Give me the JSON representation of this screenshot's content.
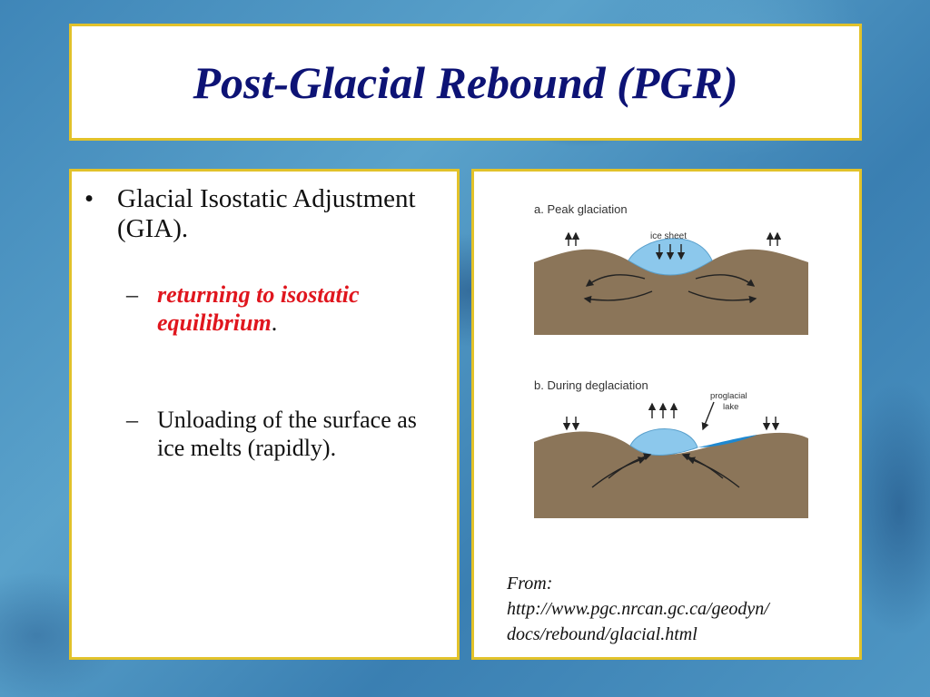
{
  "slide": {
    "title": "Post-Glacial Rebound (PGR)",
    "bullet": {
      "marker": "•",
      "text": "Glacial Isostatic Adjustment (GIA)."
    },
    "subbullets": [
      {
        "marker": "–",
        "emphasis": "returning to isostatic equilibrium",
        "suffix": "."
      },
      {
        "marker": "–",
        "text": "Unloading of the surface as ice melts (rapidly)."
      }
    ]
  },
  "diagram": {
    "panel_a": {
      "label": "a. Peak glaciation",
      "ice_label": "ice sheet"
    },
    "panel_b": {
      "label": "b. During deglaciation",
      "lake_label_line1": "proglacial",
      "lake_label_line2": "lake"
    },
    "colors": {
      "earth": "#8b7559",
      "ice": "#8cc8ec",
      "lake": "#1e88d0",
      "arrow": "#222222"
    }
  },
  "source": {
    "line1": "From:",
    "line2": "http://www.pgc.nrcan.gc.ca/geodyn/",
    "line3": "docs/rebound/glacial.html"
  },
  "theme": {
    "title_color": "#0d1375",
    "border_color": "#e2c22a",
    "emphasis_color": "#e0161e"
  }
}
